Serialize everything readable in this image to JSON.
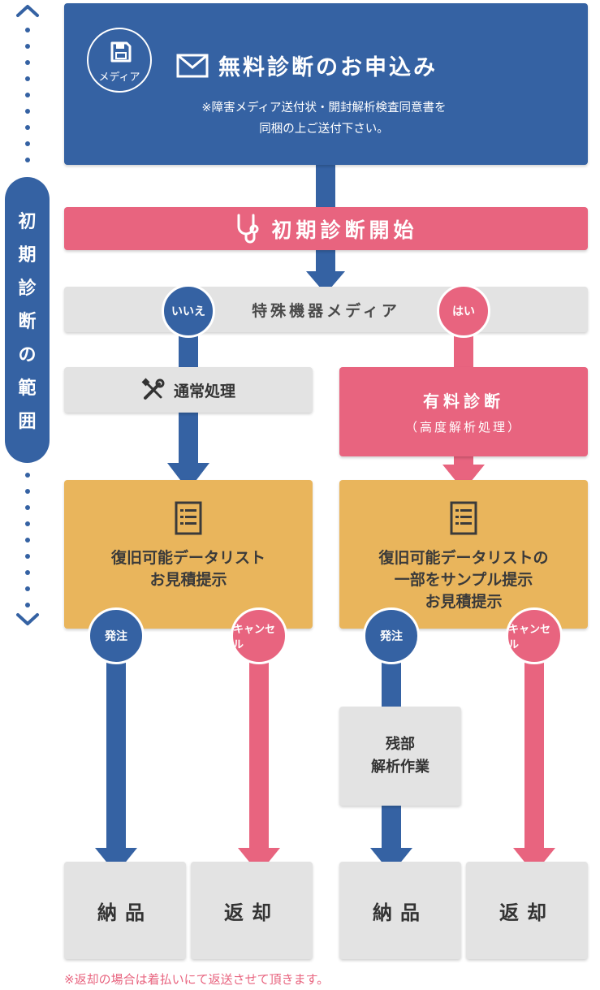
{
  "scope": {
    "label_chars": [
      "初",
      "期",
      "診",
      "断",
      "の",
      "範",
      "囲"
    ]
  },
  "application": {
    "icon_caption": "メディア",
    "title": "無料診断のお申込み",
    "note_line1": "※障害メディア送付状・開封解析検査同意書を",
    "note_line2": "同梱の上ご送付下さい。"
  },
  "start": {
    "title": "初期診断開始"
  },
  "special_media": {
    "label": "特殊機器メディア",
    "no_label": "いいえ",
    "yes_label": "はい"
  },
  "normal": {
    "label": "通常処理"
  },
  "paid": {
    "title": "有料診断",
    "subtitle": "（高度解析処理）"
  },
  "list_left": {
    "line1": "復旧可能データリスト",
    "line2": "お見積提示"
  },
  "list_right": {
    "line1": "復旧可能データリストの",
    "line2": "一部をサンプル提示",
    "line3": "お見積提示"
  },
  "actions": {
    "order": "発注",
    "cancel": "キャンセル"
  },
  "remaining": {
    "line1": "残部",
    "line2": "解析作業"
  },
  "results": {
    "delivery": "納品",
    "return": "返却"
  },
  "footnote": "※返却の場合は着払いにて返送させて頂きます。",
  "colors": {
    "blue": "#3562a3",
    "pink": "#e8647f",
    "gold": "#e9b55c",
    "gray": "#e3e3e3"
  }
}
